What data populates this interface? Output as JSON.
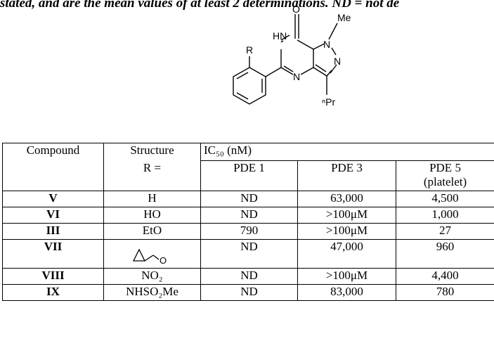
{
  "caption": "stated, and are the mean values of at least 2 determinations. ND = not de",
  "structure": {
    "labels": {
      "r": "R",
      "hn": "HN",
      "o": "O",
      "me": "Me",
      "n1": "N",
      "n2": "N",
      "n3": "N",
      "pr": "ⁿPr"
    }
  },
  "table": {
    "header": {
      "compound": "Compound",
      "structure": "Structure",
      "structure_sub": "R =",
      "ic50_label": "IC₅₀ (nM)",
      "pde1": "PDE 1",
      "pde3": "PDE 3",
      "pde5": "PDE 5",
      "pde5_sub": "(platelet)"
    },
    "rows": [
      {
        "compound": "V",
        "r": "H",
        "pde1": "ND",
        "pde3": "63,000",
        "pde5": "4,500"
      },
      {
        "compound": "VI",
        "r": "HO",
        "pde1": "ND",
        "pde3": ">100μM",
        "pde5": "1,000"
      },
      {
        "compound": "III",
        "r": "EtO",
        "pde1": "790",
        "pde3": ">100μM",
        "pde5": "27"
      },
      {
        "compound": "VII",
        "r": "",
        "pde1": "ND",
        "pde3": "47,000",
        "pde5": "960"
      },
      {
        "compound": "VIII",
        "r": "NO₂",
        "pde1": "ND",
        "pde3": ">100μM",
        "pde5": "4,400"
      },
      {
        "compound": "IX",
        "r": "NHSO₂Me",
        "pde1": "ND",
        "pde3": "83,000",
        "pde5": "780"
      }
    ]
  }
}
